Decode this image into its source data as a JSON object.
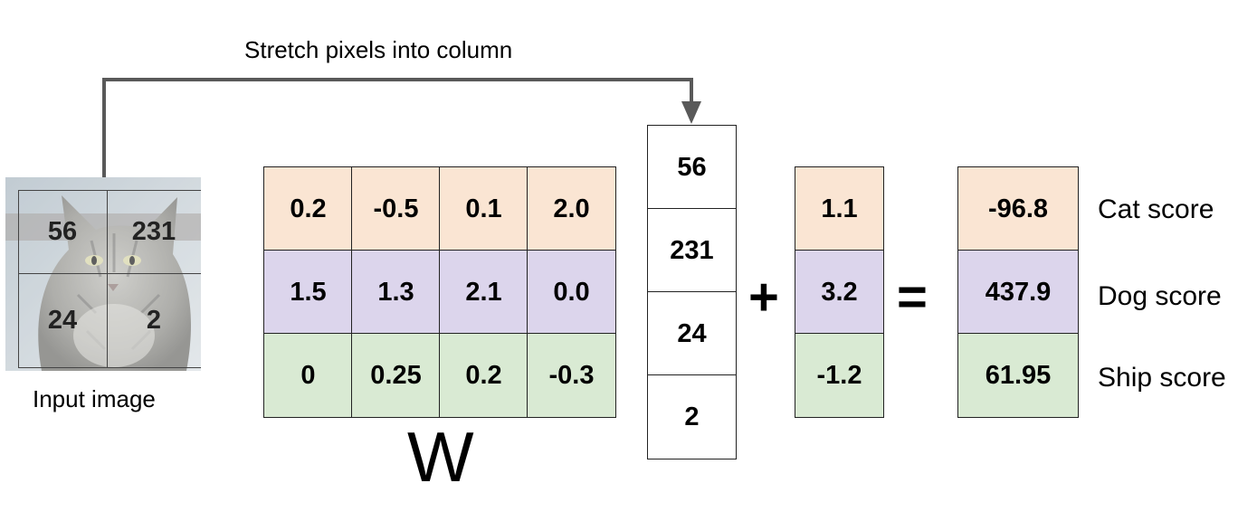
{
  "arrow_caption": "Stretch pixels into column",
  "input_image": {
    "label": "Input image",
    "pixels": [
      "56",
      "231",
      "24",
      "2"
    ]
  },
  "weights": {
    "label": "W",
    "rows": [
      [
        "0.2",
        "-0.5",
        "0.1",
        "2.0"
      ],
      [
        "1.5",
        "1.3",
        "2.1",
        "0.0"
      ],
      [
        "0",
        "0.25",
        "0.2",
        "-0.3"
      ]
    ]
  },
  "pixel_column": [
    "56",
    "231",
    "24",
    "2"
  ],
  "plus_sign": "+",
  "bias": [
    "1.1",
    "3.2",
    "-1.2"
  ],
  "equals_sign": "=",
  "scores": [
    "-96.8",
    "437.9",
    "61.95"
  ],
  "score_labels": [
    "Cat score",
    "Dog score",
    "Ship score"
  ],
  "colors": {
    "cat_row": "#fae5d3",
    "dog_row": "#dcd5ec",
    "ship_row": "#d9ead3",
    "arrow": "#595959"
  }
}
